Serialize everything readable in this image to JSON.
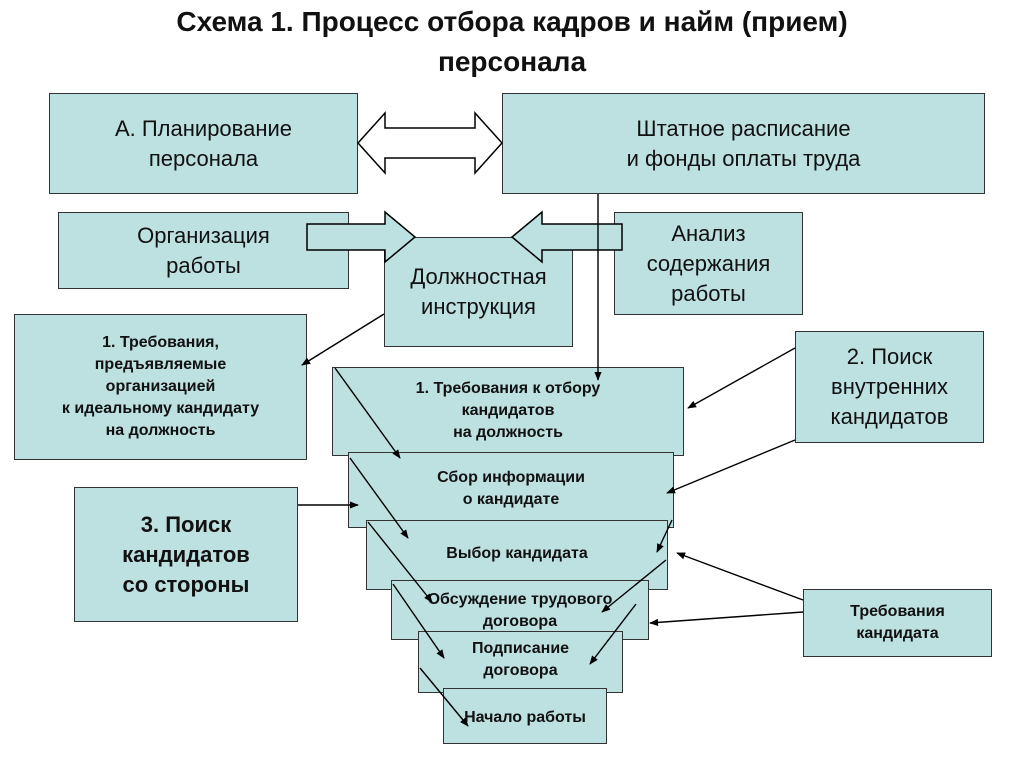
{
  "title": "Схема 1.  Процесс отбора кадров и найм (прием)\nперсонала",
  "boxes": {
    "planning": "А. Планирование\nперсонала",
    "staffing": "Штатное расписание\nи фонды оплаты труда",
    "organization": "Организация\nработы",
    "job_analysis": "Анализ\nсодержания\nработы",
    "job_description": "Должностная\nинструкция",
    "ideal_requirements": "1. Требования,\nпредъявляемые\nорганизацией\nк идеальному кандидату\nна должность",
    "internal_search": "2. Поиск\nвнутренних\nкандидатов",
    "external_search": "3. Поиск\nкандидатов\nсо стороны",
    "candidate_requirements": "Требования\nкандидата"
  },
  "funnel": [
    "1. Требования к отбору\nкандидатов\nна должность",
    "Сбор информации\nо кандидате",
    "Выбор кандидата",
    "Обсуждение трудового\nдоговора",
    "Подписание\nдоговора",
    "Начало работы"
  ],
  "colors": {
    "box_fill": "#bde0e0",
    "border": "#333333",
    "arrow": "#000000"
  }
}
